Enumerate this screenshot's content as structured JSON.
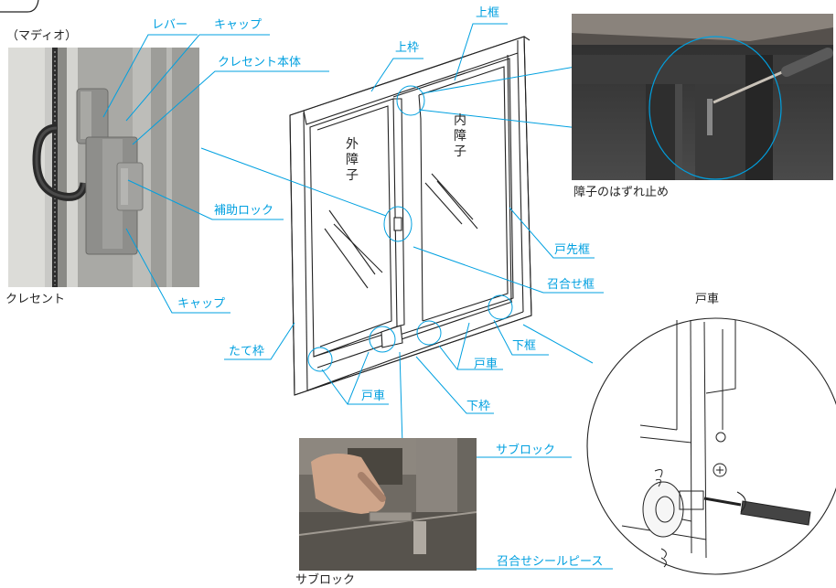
{
  "labels": {
    "model": "（マディオ）",
    "lever": "レバー",
    "cap_top": "キャップ",
    "crescent_body": "クレセント本体",
    "aux_lock": "補助ロック",
    "cap_bottom": "キャップ",
    "crescent": "クレセント",
    "upper_rail": "上框",
    "upper_frame": "上枠",
    "outer_sash": "外障子",
    "inner_sash": "内障子",
    "door_tip_frame": "戸先框",
    "meeting_rail": "召合せ框",
    "side_frame": "たて枠",
    "lower_rail": "下框",
    "roller_right": "戸車",
    "roller_left": "戸車",
    "lower_frame": "下枠",
    "sash_stopper": "障子のはずれ止め",
    "roller_title": "戸車",
    "sub_lock": "サブロック",
    "sub_lock_caption": "サブロック",
    "seal_piece": "召合せシールピース"
  },
  "colors": {
    "accent": "#00a0e0",
    "line_art": "#222222"
  }
}
